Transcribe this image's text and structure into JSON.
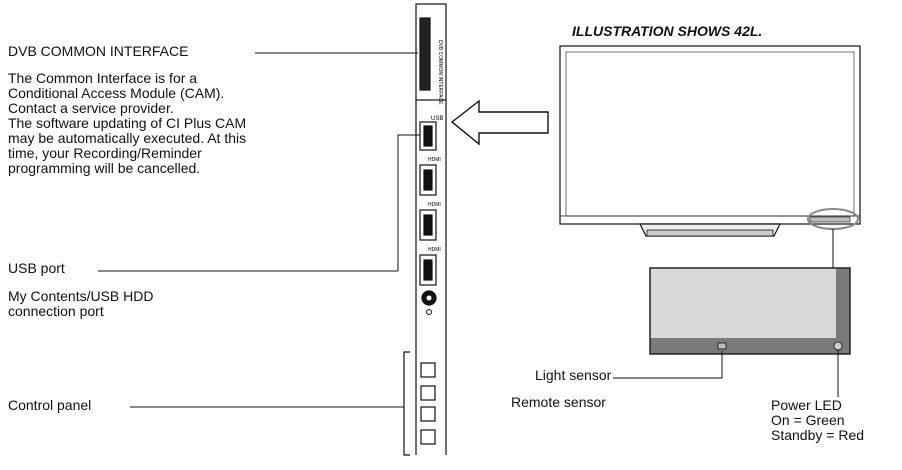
{
  "callouts": {
    "dvb_title": "DVB COMMON INTERFACE",
    "dvb_desc": "The Common Interface is for a\nConditional Access Module (CAM).\nContact a service provider.\nThe software updating of CI Plus CAM\nmay be automatically executed. At this\ntime, your Recording/Reminder\nprogramming will be cancelled.",
    "usb_title": "USB port",
    "usb_desc": "My Contents/USB HDD\nconnection port",
    "control_title": "Control panel",
    "illustration_note": "ILLUSTRATION SHOWS 42L.",
    "light_sensor": "Light sensor",
    "remote_sensor": "Remote sensor",
    "power_led": "Power LED\nOn = Green\nStandby = Red"
  },
  "panel_labels": {
    "slot": "DVB COMMON INTERFACE",
    "usb": "USB",
    "hdmi_1": "HDMI",
    "hdmi_2": "HDMI",
    "hdmi_3": "HDMI"
  },
  "colors": {
    "line": "#111111",
    "screen_fill": "#ffffff",
    "frame_fill": "#d9d9d9",
    "sensor_strip": "#7a7a7a"
  }
}
